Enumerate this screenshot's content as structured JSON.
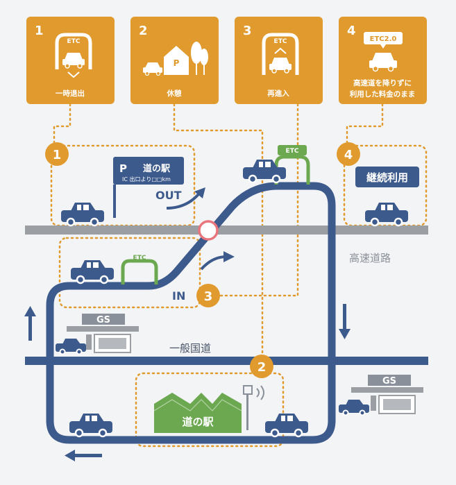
{
  "cards": [
    {
      "number": "1",
      "label": "一時退出",
      "icon": "etc-gate-exit-icon",
      "badge": "ETC"
    },
    {
      "number": "2",
      "label": "休憩",
      "icon": "rest-area-icon",
      "badge": "P"
    },
    {
      "number": "3",
      "label": "再進入",
      "icon": "etc-gate-reenter-icon",
      "badge": "ETC"
    },
    {
      "number": "4",
      "label_line1": "高速道を降りずに",
      "label_line2": "利用した料金のまま",
      "icon": "etc2-car-icon",
      "badge": "ETC2.0"
    }
  ],
  "markers": [
    "1",
    "2",
    "3",
    "4"
  ],
  "road_labels": {
    "expressway": "高速道路",
    "general_road": "一般国道"
  },
  "arrows": {
    "out": "OUT",
    "in": "IN"
  },
  "signs": {
    "michinoeki_sign_title": "道の駅",
    "michinoeki_sign_p": "P",
    "michinoeki_sign_sub": "IC 出口より□□km",
    "continue_label": "継続利用",
    "gs": "GS",
    "michinoeki_building": "道の駅",
    "etc": "ETC"
  },
  "colors": {
    "orange": "#e09a2e",
    "navy": "#3d5a8c",
    "road_gray": "#9b9ea3",
    "green": "#6ba84f",
    "pink": "#e8767c",
    "background": "#f3f4f6"
  }
}
